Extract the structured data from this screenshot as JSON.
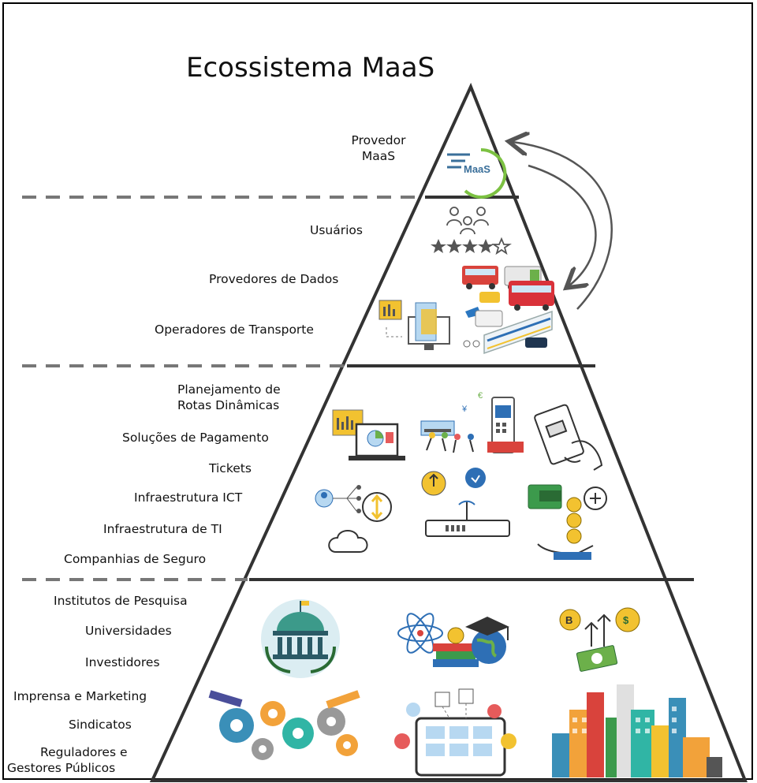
{
  "title": "Ecossistema MaaS",
  "tier1": {
    "labels": [
      "Provedor",
      "MaaS"
    ],
    "logo_text": "MaaS"
  },
  "tier2": {
    "labels": [
      "Usuários",
      "Provedores de Dados",
      "Operadores de Transporte"
    ]
  },
  "tier3": {
    "labels": [
      "Planejamento de",
      "Rotas Dinâmicas",
      "Soluções de Pagamento",
      "Tickets",
      "Infraestrutura ICT",
      "Infraestrutura de TI",
      "Companhias de Seguro"
    ]
  },
  "tier4": {
    "labels": [
      "Institutos de Pesquisa",
      "Universidades",
      "Investidores",
      "Imprensa e Marketing",
      "Sindicatos",
      "Reguladores e",
      "Gestores Públicos"
    ]
  },
  "colors": {
    "outline": "#333333",
    "dashes": "#777777",
    "maas_green": "#7cc142",
    "maas_blue": "#3a6f9a"
  },
  "icons": [
    "users-stars-icon",
    "vehicles-icon",
    "data-dashboard-icon",
    "route-planning-icon",
    "payment-icon",
    "ticket-card-icon",
    "ict-network-icon",
    "it-router-icon",
    "insurance-wallet-icon",
    "research-institute-icon",
    "university-science-icon",
    "investment-icon",
    "marketing-gears-icon",
    "unions-media-icon",
    "city-regulators-icon",
    "cycle-arrow-icon"
  ]
}
